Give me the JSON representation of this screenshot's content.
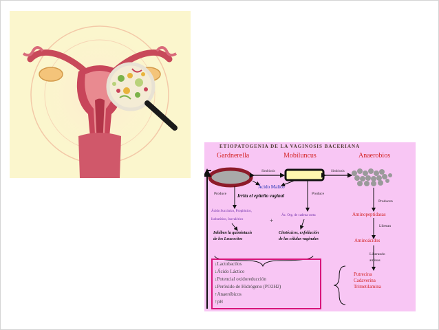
{
  "illustration": {
    "icons": [
      "uterus-icon",
      "magnifying-glass-icon",
      "bacteria-icon"
    ]
  },
  "diagram": {
    "title": "ETIOPATOGENIA DE LA VAGINOSIS BACERIANA",
    "bacteria": {
      "gardnerella": "Gardnerella",
      "mobiluncus": "Mobiluncus",
      "anaerobios": "Anaerobios"
    },
    "symbiosis_left": "Simbiosis",
    "symbiosis_right": "Simbiosis",
    "acido_malico": "Ácido Malico",
    "irrita": "Irrita el epitelio vaginal",
    "produce_left": "Produce",
    "produce_mid": "Produce",
    "producen": "Producen",
    "acidos_list": [
      "Ácido Succinico, Propiónico,",
      "Isobutírico, Isovalérico"
    ],
    "plus": "+",
    "ac_org": "Ác. Org. de cadena corta",
    "inhiben": [
      "Inhiben la quimiotaxis",
      "de los Leucocitos"
    ],
    "citotoxicos": [
      "Citotóxicos, exfoliación",
      "de las células vaginales"
    ],
    "aminopeptidasas": "Aminopeptidasas",
    "liberan": "Liberan",
    "aminoacidos": "Aminoácidos",
    "liberando": [
      "Liberando",
      "aminas"
    ],
    "aminas": [
      "Putrecina",
      "Cadaverina",
      "Trimetilamina"
    ],
    "effects": [
      {
        "arrow": "↓",
        "text": "Lactobacilos"
      },
      {
        "arrow": "↓",
        "text": "Ácido Láctico"
      },
      {
        "arrow": "↓",
        "text": "Potencial oxidoreducción"
      },
      {
        "arrow": "↓",
        "text": "Peróxido de Hidrógeno (PO2H2)"
      },
      {
        "arrow": "↑",
        "text": "Anaeróbicos"
      },
      {
        "arrow": "↑",
        "text": "pH"
      }
    ],
    "colors": {
      "panel_bg": "#f8c6f4",
      "accent_red": "#d32222",
      "box_border": "#d8157a"
    }
  }
}
